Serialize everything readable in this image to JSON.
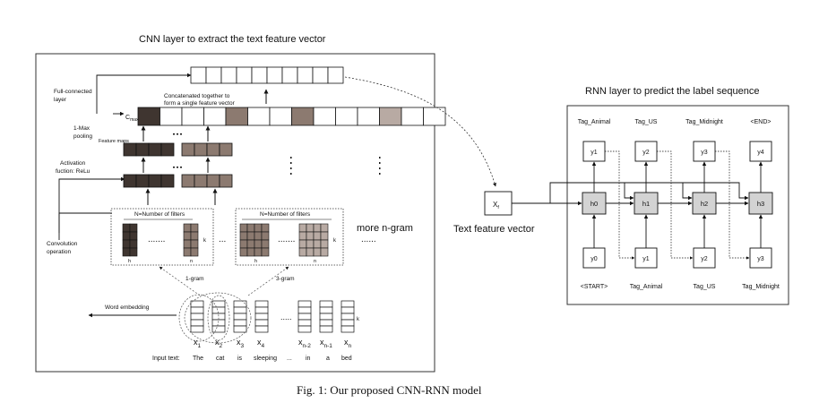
{
  "cnn": {
    "title": "CNN layer to extract the text feature vector",
    "labels": {
      "full_connected": [
        "Full-connected",
        "layer"
      ],
      "max_pooling": [
        "1-Max",
        "pooling"
      ],
      "activation": [
        "Activation",
        "fuction: ReLu"
      ],
      "convolution": [
        "Convolution",
        "operation"
      ],
      "word_embedding": "Word embedding",
      "feature_maps": "Feature maps",
      "c_max": "C",
      "c_max_sub": "max",
      "concat_note": [
        "Concatenated together to",
        "form a single feature vector"
      ],
      "filters_1": "N=Number of filters",
      "filters_3": "N=Number of filters",
      "gram_1": "1-gram",
      "gram_3": "3-gram",
      "more_ngram": "more n-gram",
      "k": "k",
      "h": "h",
      "n": "n",
      "input_text_label": "Input text:"
    },
    "word_vectors": [
      {
        "main": "x",
        "sub": "1"
      },
      {
        "main": "x",
        "sub": "2"
      },
      {
        "main": "x",
        "sub": "3"
      },
      {
        "main": "x",
        "sub": "4"
      },
      {
        "main": "x",
        "sub": "n-2"
      },
      {
        "main": "x",
        "sub": "n-1"
      },
      {
        "main": "x",
        "sub": "n"
      }
    ],
    "input_words": [
      "The",
      "cat",
      "is",
      "sleeping",
      "...",
      "in",
      "a",
      "bed"
    ]
  },
  "rnn": {
    "title": "RNN layer to predict the label sequence",
    "top_tags": [
      "Tag_Animal",
      "Tag_US",
      "Tag_Midnight",
      "<END>"
    ],
    "outputs": [
      "y1",
      "y2",
      "y3",
      "y4"
    ],
    "hidden": [
      "h0",
      "h1",
      "h2",
      "h3"
    ],
    "inputs": [
      "y0",
      "y1",
      "y2",
      "y3"
    ],
    "bottom_tags": [
      "<START>",
      "Tag_Animal",
      "Tag_US",
      "Tag_Midnight"
    ],
    "xf_main": "X",
    "xf_sub": "f",
    "text_feature_label": "Text feature vector"
  },
  "caption": "Fig. 1: Our proposed CNN-RNN model",
  "colors": {
    "dark_cell": "#3f3530",
    "mid_cell": "#8c7a70",
    "light_cell": "#b8aaa3",
    "hidden_fill": "#d3d3d3"
  }
}
